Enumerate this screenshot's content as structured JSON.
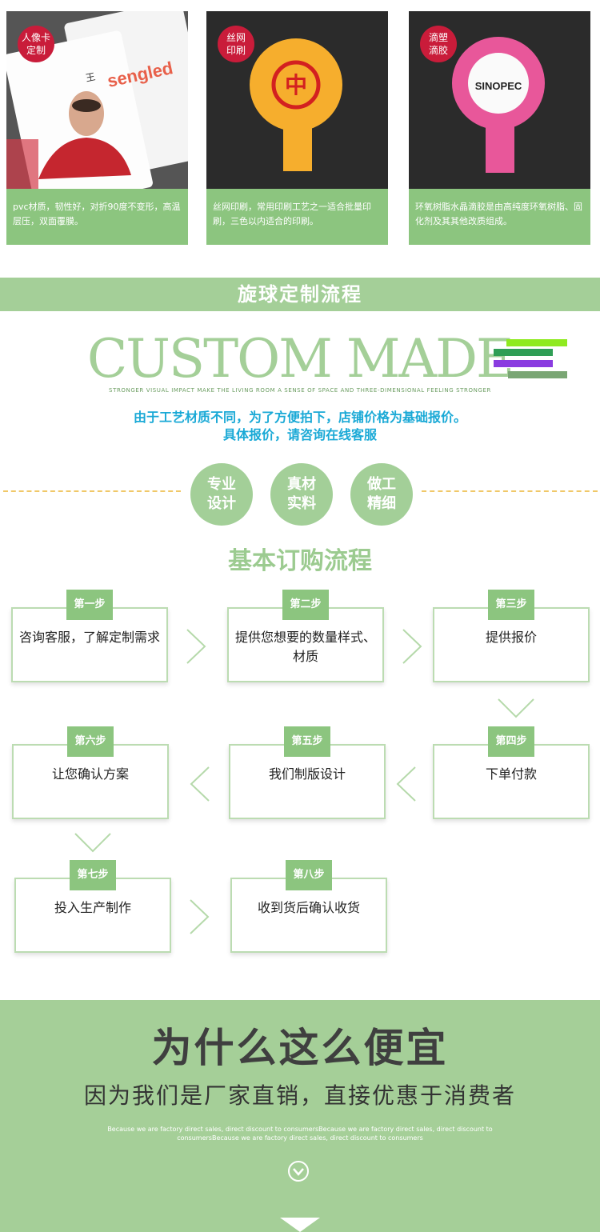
{
  "cards": [
    {
      "tag": [
        "人像卡",
        "定制"
      ],
      "desc": "pvc材质，韧性好，对折90度不变形，高温层压，双面覆膜。",
      "brand": "sengled",
      "name_prefix": "王"
    },
    {
      "tag": [
        "丝网",
        "印刷"
      ],
      "desc": "丝网印刷，常用印刷工艺之一适合批量印刷，三色以内适合的印刷。",
      "logo": "中"
    },
    {
      "tag": [
        "滴塑",
        "滴胶"
      ],
      "desc": "环氧树脂水晶滴胶是由高纯度环氧树脂、固化剂及其其他改质组成。",
      "logo": "SINOPEC"
    }
  ],
  "band_title": "旋球定制流程",
  "custom_title": "CUSTOM MADE",
  "custom_sub": "STRONGER VISUAL IMPACT MAKE THE LIVING ROOM A SENSE OF SPACE AND THREE-DIMENSIONAL FEELING STRONGER",
  "notice": [
    "由于工艺材质不同，为了方便拍下，店铺价格为基础报价。",
    "具体报价，请咨询在线客服"
  ],
  "badges": [
    [
      "专业",
      "设计"
    ],
    [
      "真材",
      "实料"
    ],
    [
      "做工",
      "精细"
    ]
  ],
  "flow_title": "基本订购流程",
  "steps": [
    {
      "label": "第一步",
      "text": "咨询客服，了解定制需求"
    },
    {
      "label": "第二步",
      "text": "提供您想要的数量样式、材质"
    },
    {
      "label": "第三步",
      "text": "提供报价"
    },
    {
      "label": "第四步",
      "text": "下单付款"
    },
    {
      "label": "第五步",
      "text": "我们制版设计"
    },
    {
      "label": "第六步",
      "text": "让您确认方案"
    },
    {
      "label": "第七步",
      "text": "投入生产制作"
    },
    {
      "label": "第八步",
      "text": "收到货后确认收货"
    }
  ],
  "why_title": "为什么这么便宜",
  "why_sub": "因为我们是厂家直销，直接优惠于消费者",
  "why_en": "Because we are factory direct sales, direct discount to consumersBecause we are factory direct sales, direct discount to consumersBecause we are factory direct sales, direct discount to consumers",
  "colors": {
    "green": "#a4cf98",
    "dark_green": "#8cc57f",
    "notice": "#1aa9d6",
    "tag_red": "#c91c3a",
    "dash": "#f0c869"
  }
}
